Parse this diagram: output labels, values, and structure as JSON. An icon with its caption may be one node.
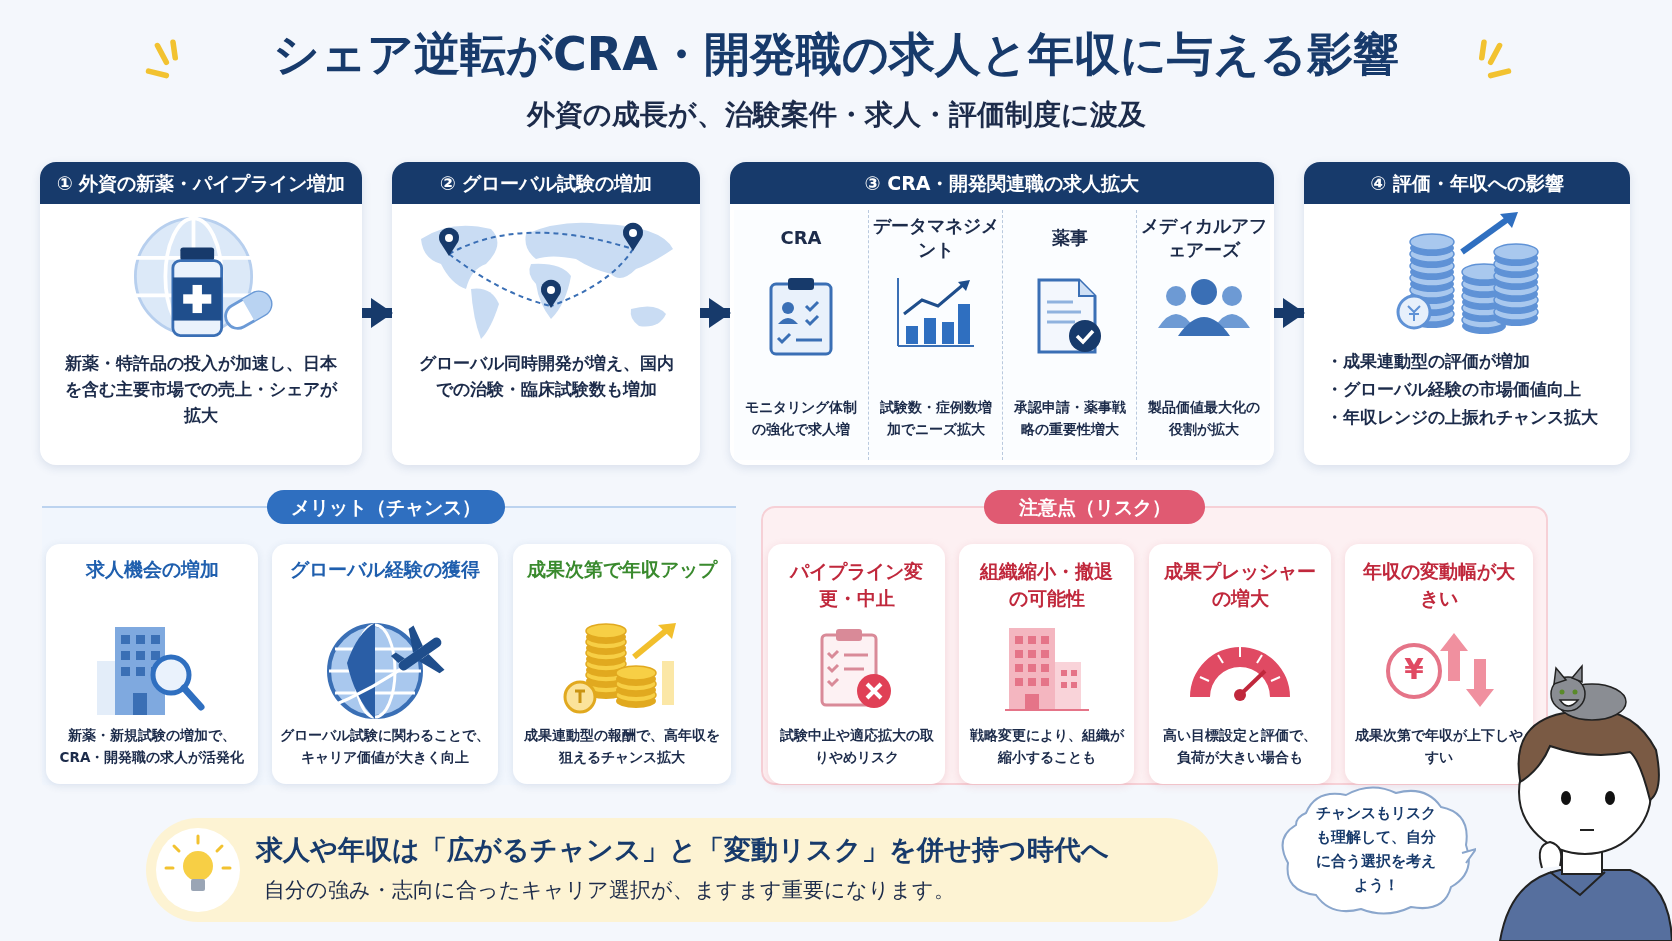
{
  "diagram": {
    "title": "シェア逆転がCRA・開発職の求人と年収に与える影響",
    "nodes": [
      {
        "text": [
          "① 外資の新薬・パイプライン増加",
          "新薬・特許品の投入が加速し、日本を含む主要市場での売上・シェアが拡大"
        ]
      },
      {
        "text": [
          "② グローバル試験の増加",
          "グローバル同時開発が増え、国内での治験・臨床試験数も増加"
        ]
      },
      {
        "text": [
          "③ CRA・開発関連職の求人拡大"
        ]
      },
      {
        "text": [
          "CRA",
          "モニタリング体制の強化で求人増"
        ],
        "in": 2
      },
      {
        "text": [
          "データマネジメント",
          "試験数・症例数増加でニーズ拡大"
        ],
        "in": 2
      },
      {
        "text": [
          "薬事",
          "承認申請・薬事戦略の重要性増大"
        ],
        "in": 2
      },
      {
        "text": [
          "メディカルアフェアーズ",
          "製品価値最大化の役割が拡大"
        ],
        "in": 2
      },
      {
        "text": [
          "④ 評価・年収への影響",
          "・成果連動型の評価が増加",
          "・グローバル経験の市場価値向上",
          "・年収レンジの上振れチャンス拡大"
        ]
      },
      {
        "text": [
          "メリット（チャンス）"
        ]
      },
      {
        "text": [
          "求人機会の増加",
          "新薬・新規試験の増加で、CRA・開発職の求人が活発化"
        ],
        "in": 8
      },
      {
        "text": [
          "グローバル経験の獲得",
          "グローバル試験に関わることで、キャリア価値が大きく向上"
        ],
        "in": 8
      },
      {
        "text": [
          "成果次第で年収アップ",
          "成果連動型の報酬で、高年収を狙えるチャンス拡大"
        ],
        "in": 8
      },
      {
        "text": [
          "注意点（リスク）"
        ]
      },
      {
        "text": [
          "パイプライン変更・中止",
          "試験中止や適応拡大の取りやめリスク"
        ],
        "in": 12
      },
      {
        "text": [
          "組織縮小・撤退の可能性",
          "戦略変更により、組織が縮小することも"
        ],
        "in": 12
      },
      {
        "text": [
          "成果プレッシャーの増大",
          "高い目標設定と評価で、負荷が大きい場合も"
        ],
        "in": 12
      },
      {
        "text": [
          "年収の変動幅が大きい",
          "成果次第で年収が上下しやすい"
        ],
        "in": 12
      },
      {
        "text": [
          "求人や年収は「広がるチャンス」と「変動リスク」を併せ持つ時代へ",
          "自分の強み・志向に合ったキャリア選択が、ますます重要になります。"
        ]
      },
      {
        "text": [
          "チャンスもリスクも理解して、自分に合う選択を考えよう！"
        ]
      }
    ],
    "edges": [
      {
        "from": 0,
        "to": 1,
        "arrow": "to"
      },
      {
        "from": 1,
        "to": 2,
        "arrow": "to"
      },
      {
        "from": 2,
        "to": 7,
        "arrow": "to"
      }
    ],
    "labels": [
      "外資の成長が、治験案件・求人・評価制度に波及",
      "¥"
    ]
  }
}
